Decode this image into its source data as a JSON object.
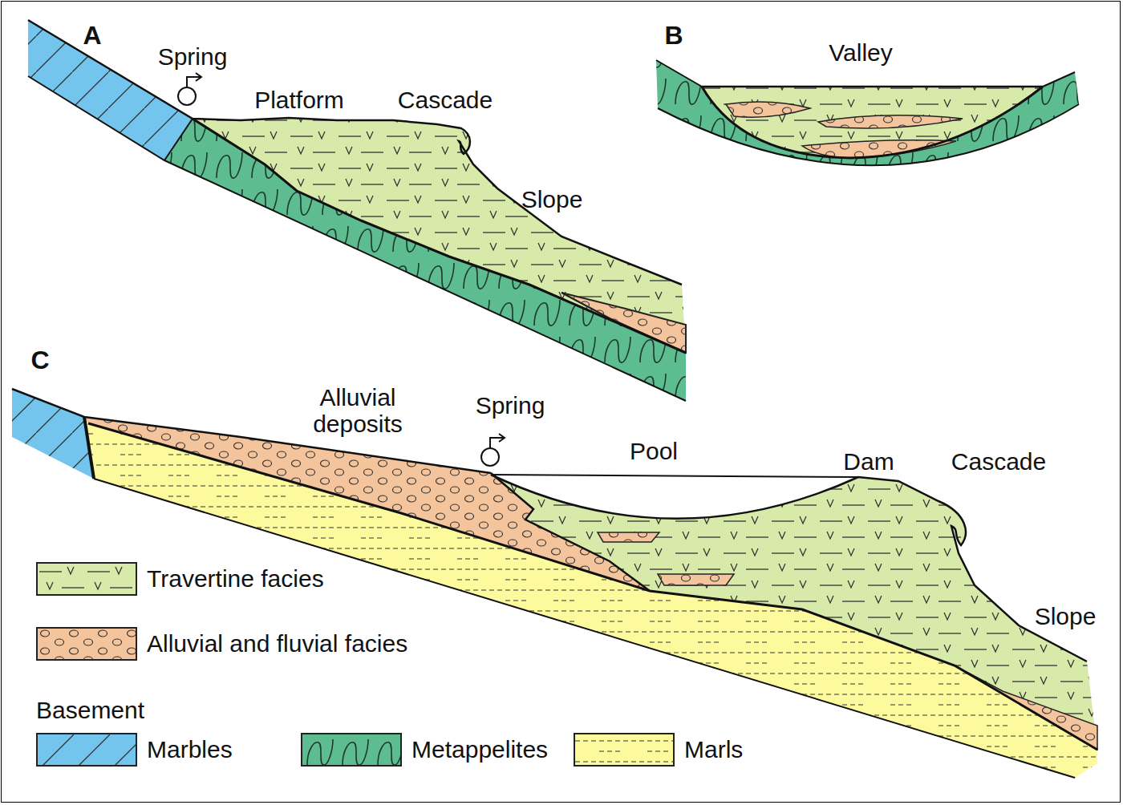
{
  "diagram": {
    "labels": [
      "A",
      "Spring",
      "Platform",
      "Cascade",
      "Slope",
      "B",
      "Valley",
      "C",
      "Alluvial deposits",
      "Spring",
      "Pool",
      "Dam",
      "Cascade",
      "Slope",
      "Basement"
    ],
    "legend": [
      {
        "text": "Travertine facies",
        "color": "#d8eaaa"
      },
      {
        "text": "Alluvial and fluvial facies",
        "color": "#f4c49c"
      },
      {
        "text": "Marbles",
        "color": "#74c5ee"
      },
      {
        "text": "Metappelites",
        "color": "#5dbd90"
      },
      {
        "text": "Marls",
        "color": "#fdfa9d"
      }
    ]
  }
}
